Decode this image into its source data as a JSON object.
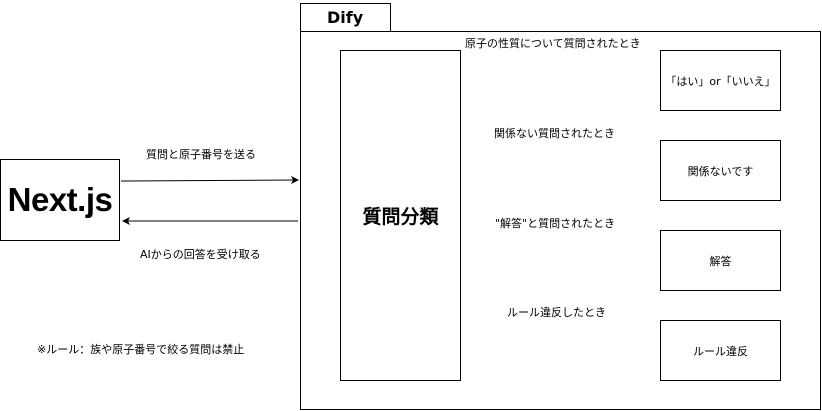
{
  "nextjs": {
    "label": "Next.js"
  },
  "dify": {
    "title": "Dify"
  },
  "classifier": {
    "label": "質問分類"
  },
  "arrows": {
    "send_label": "質問と原子番号を送る",
    "receive_label": "AIからの回答を受け取る"
  },
  "branches": [
    {
      "condition": "原子の性質について質問されたとき",
      "output": "「はい」or「いいえ」"
    },
    {
      "condition": "関係ない質問されたとき",
      "output": "関係ないです"
    },
    {
      "condition": "\"解答\"と質問されたとき",
      "output": "解答"
    },
    {
      "condition": "ルール違反したとき",
      "output": "ルール違反"
    }
  ],
  "note": "※ルール：族や原子番号で絞る質問は禁止"
}
